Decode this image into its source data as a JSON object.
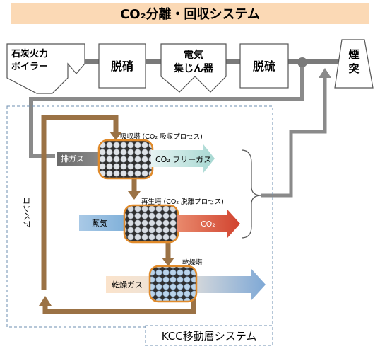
{
  "title": "CO₂分離・回収システム",
  "plant": {
    "boiler": [
      "石炭火力",
      "ボイラー"
    ],
    "denitration": "脱硝",
    "precipitator": [
      "電気",
      "集じん器"
    ],
    "desulfurization": "脱硫",
    "stack": [
      "煙",
      "突"
    ]
  },
  "kcc": {
    "system_label": "KCC移動層システム",
    "conveyor": "コンベア",
    "absorber": {
      "label": "吸収塔 (CO₂ 吸収プロセス)",
      "input": "排ガス",
      "output": "CO₂ フリーガス"
    },
    "regenerator": {
      "label": "再生塔 (CO₂ 脱離プロセス)",
      "input": "蒸気",
      "output": "CO₂"
    },
    "dryer": {
      "label": "乾燥塔",
      "input": "乾燥ガス"
    }
  },
  "colors": {
    "title_bg": "#fbd9b5",
    "conveyor": "#9b7245",
    "flue_pipe": "#8a8a8a",
    "exhaust_gas": "#6d6d6d",
    "co2_free_gas": "#bfe3df",
    "steam": "#9fc3e3",
    "co2": "#d94f3a",
    "dry_gas_from": "#f7dcc0",
    "dry_gas_to": "#8fb4dc",
    "vessel_rim": "#e08a2a"
  }
}
